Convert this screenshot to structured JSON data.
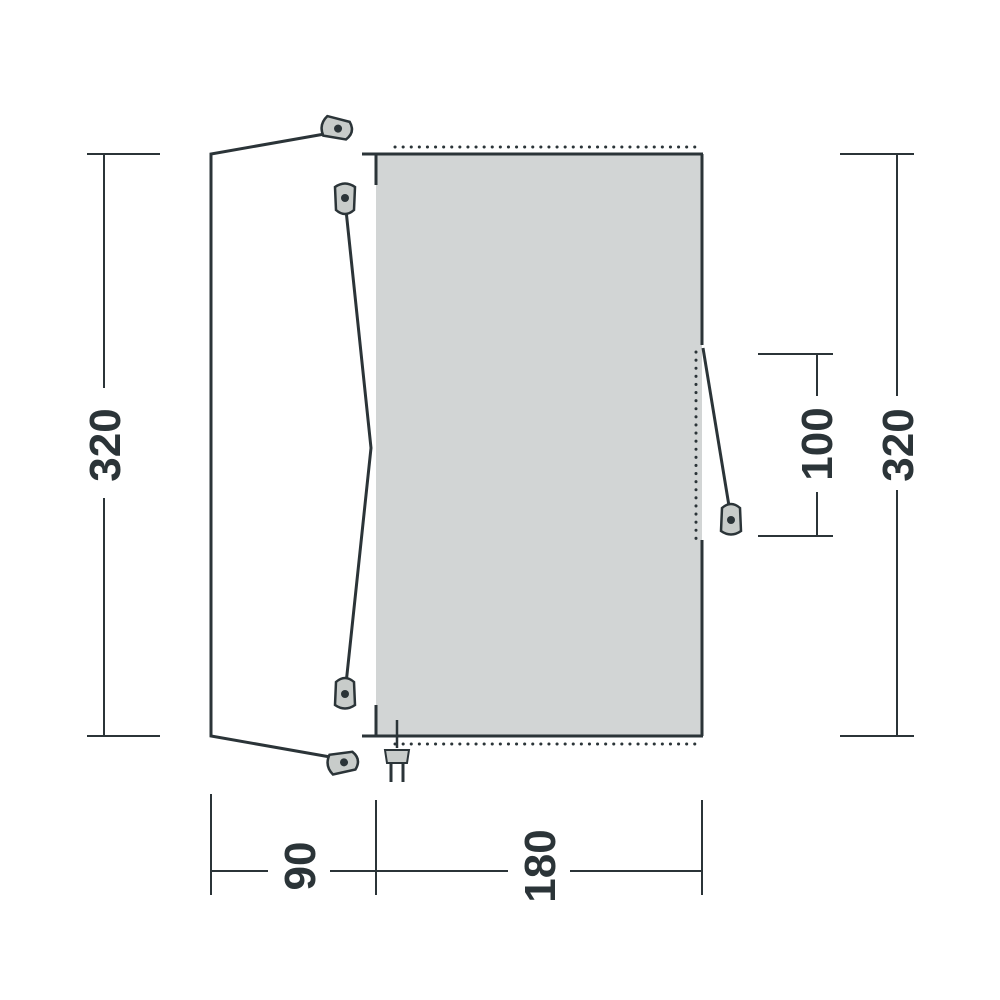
{
  "dimensions": {
    "left_height": "320",
    "right_height": "320",
    "side_door_width": "100",
    "canopy_depth": "90",
    "inner_depth": "180"
  },
  "colors": {
    "floor_fill": "#d2d5d5",
    "line": "#2b3438",
    "peg_fill": "#c8ccca"
  },
  "icons": {
    "peg": "guy-line-peg-icon",
    "plug": "electric-plug-icon"
  }
}
